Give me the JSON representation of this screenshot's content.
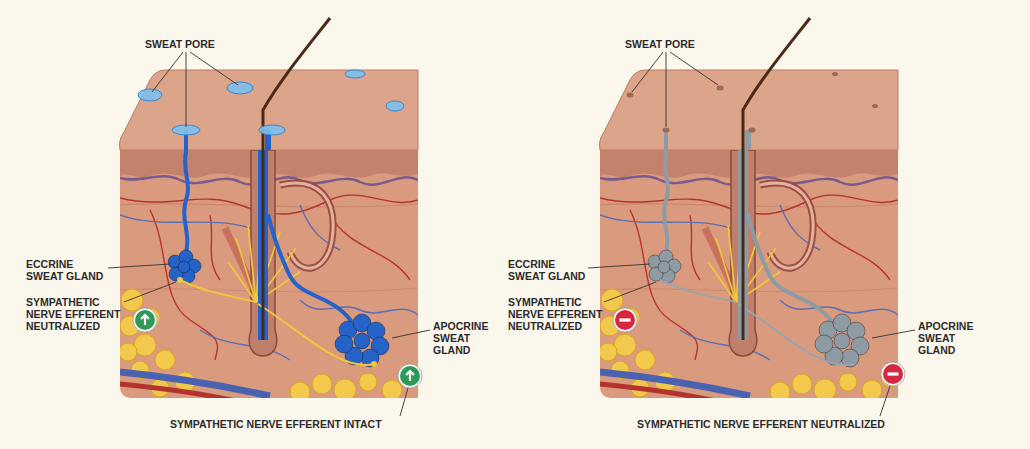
{
  "diagram": {
    "labels": [
      "SWEAT PORE",
      "ECCRINE SWEAT GLAND",
      "SYMPATHETIC NERVE EFFERENT NEUTRALIZED",
      "APOCRINE SWEAT GLAND",
      "SYMPATHETIC NERVE EFFERENT INTACT",
      "SWEAT PORE",
      "ECCRINE SWEAT GLAND",
      "SYMPATHETIC NERVE EFFERENT NEUTRALIZED",
      "APOCRINE SWEAT GLAND",
      "SYMPATHETIC NERVE EFFERENT NEUTRALIZED"
    ]
  }
}
